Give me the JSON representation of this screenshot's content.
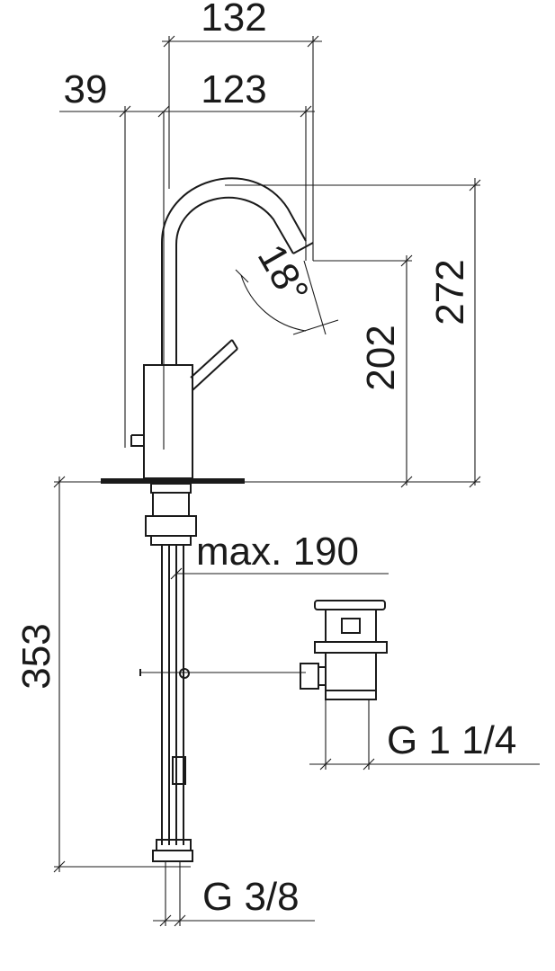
{
  "dimensions": {
    "total_spout_width": "132",
    "spout_reach": "123",
    "lever_offset": "39",
    "spout_angle": "18°",
    "spout_height": "202",
    "total_height": "272",
    "below_deck_length": "353",
    "max_tail_length": "max. 190",
    "waste_thread": "G 1 1/4",
    "supply_thread": "G 3/8"
  },
  "colors": {
    "line": "#1a1a1a",
    "background": "#ffffff"
  }
}
